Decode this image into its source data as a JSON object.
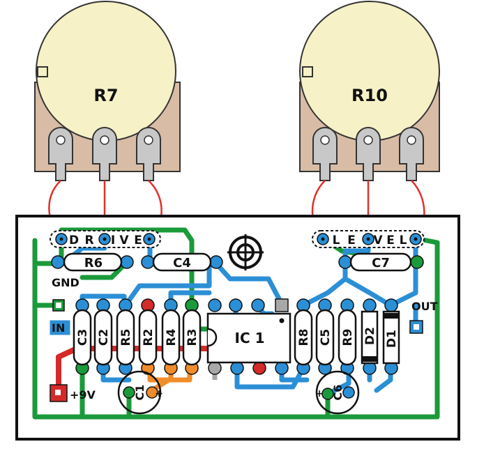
{
  "potentiometers": [
    {
      "id": "pot-r7",
      "label": "R7"
    },
    {
      "id": "pot-r10",
      "label": "R10"
    }
  ],
  "pad_labels": {
    "drive": [
      "D",
      "R",
      "I",
      "V",
      "E"
    ],
    "level": [
      "L",
      "E",
      "V",
      "E",
      "L"
    ]
  },
  "terminals": {
    "gnd": "GND",
    "in": "IN",
    "out": "OUT",
    "plus9v": "+9V"
  },
  "components": {
    "r6": "R6",
    "c4": "C4",
    "c7": "C7",
    "ic": "IC 1",
    "c3": "C3",
    "c2": "C2",
    "r5": "R5",
    "r2": "R2",
    "r4": "R4",
    "r3": "R3",
    "r8": "R8",
    "c5": "C5",
    "r9": "R9",
    "d2": "D2",
    "d1": "D1",
    "c1": "C1",
    "c6": "C6"
  },
  "colors": {
    "board_outline": "#111111",
    "trace_green": "#1a9a3a",
    "trace_blue": "#2b8fd6",
    "trace_red": "#d42a2a",
    "trace_orange": "#f08c2a",
    "trace_grey": "#a8a8a8",
    "pot_body": "#f6f1c6",
    "pot_base": "#d9bca6",
    "pot_lug": "#c8c8c8",
    "wire": "#e0302a"
  }
}
